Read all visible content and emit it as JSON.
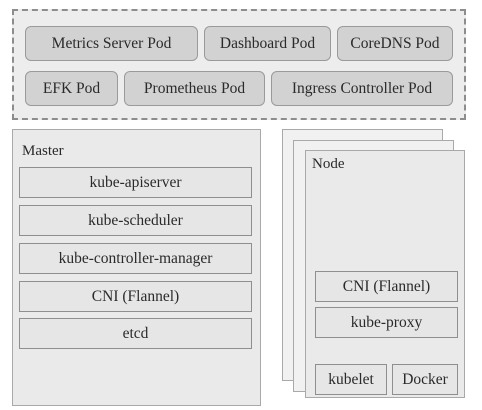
{
  "addons": {
    "pods": [
      "Metrics Server Pod",
      "Dashboard Pod",
      "CoreDNS Pod",
      "EFK Pod",
      "Prometheus Pod",
      "Ingress Controller Pod"
    ]
  },
  "master": {
    "title": "Master",
    "components": [
      "kube-apiserver",
      "kube-scheduler",
      "kube-controller-manager",
      "CNI (Flannel)",
      "etcd"
    ]
  },
  "node": {
    "title": "Node",
    "components": [
      "CNI (Flannel)",
      "kube-proxy",
      "kubelet",
      "Docker"
    ]
  }
}
